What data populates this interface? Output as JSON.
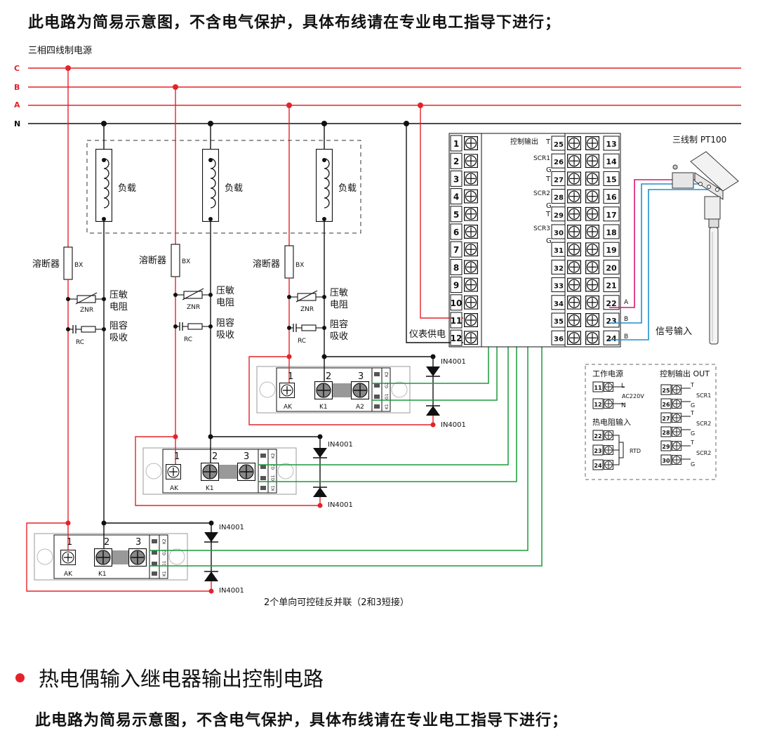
{
  "header": {
    "note": "此电路为简易示意图，不含电气保护，具体布线请在专业电工指导下进行；"
  },
  "diagram": {
    "power_title": "三相四线制电源",
    "phases": [
      "C",
      "B",
      "A",
      "N"
    ],
    "load_label": "负载",
    "fuse_label": "溶断器",
    "fuse_code": "BX",
    "varistor_label_1": "压敏",
    "varistor_label_2": "电阻",
    "varistor_code": "ZNR",
    "snubber_label_1": "阻容",
    "snubber_label_2": "吸收",
    "snubber_code": "RC",
    "diode_label": "IN4001",
    "scr_terminals": [
      "1",
      "2",
      "3"
    ],
    "scr_labels": [
      "AK",
      "K1",
      "A2"
    ],
    "scr_pins": [
      "K2",
      "G2",
      "G1",
      "K1"
    ],
    "scr_caption": "2个单向可控硅反并联（2和3短接）",
    "controller": {
      "left_terminals": [
        "1",
        "2",
        "3",
        "4",
        "5",
        "6",
        "7",
        "8",
        "9",
        "10",
        "11",
        "12"
      ],
      "mid_terminals": [
        "25",
        "26",
        "27",
        "28",
        "29",
        "30",
        "31",
        "32",
        "33",
        "34",
        "35",
        "36"
      ],
      "right_terminals": [
        "13",
        "14",
        "15",
        "16",
        "17",
        "18",
        "19",
        "20",
        "21",
        "22",
        "23",
        "24"
      ],
      "control_output": "控制输出",
      "T": "T",
      "G": "G",
      "scr1": "SCR1",
      "scr2": "SCR2",
      "scr3": "SCR3",
      "supply_label": "仪表供电",
      "signal_label": "信号输入",
      "abb": [
        "A",
        "B",
        "B"
      ]
    },
    "sensor_label": "三线制 PT100",
    "legend": {
      "work_power": "工作电源",
      "control_out": "控制输出 OUT",
      "rtd_input": "热电阻输入",
      "L": "L",
      "N": "N",
      "ac": "AC220V",
      "rtd": "RTD",
      "t_power": [
        "11",
        "12"
      ],
      "t_rtd": [
        "22",
        "23",
        "24"
      ],
      "t_out": [
        "25",
        "26",
        "27",
        "28",
        "29",
        "30"
      ]
    }
  },
  "section": {
    "heading": "热电偶输入继电器输出控制电路",
    "note": "此电路为简易示意图，不含电气保护，具体布线请在专业电工指导下进行；"
  }
}
